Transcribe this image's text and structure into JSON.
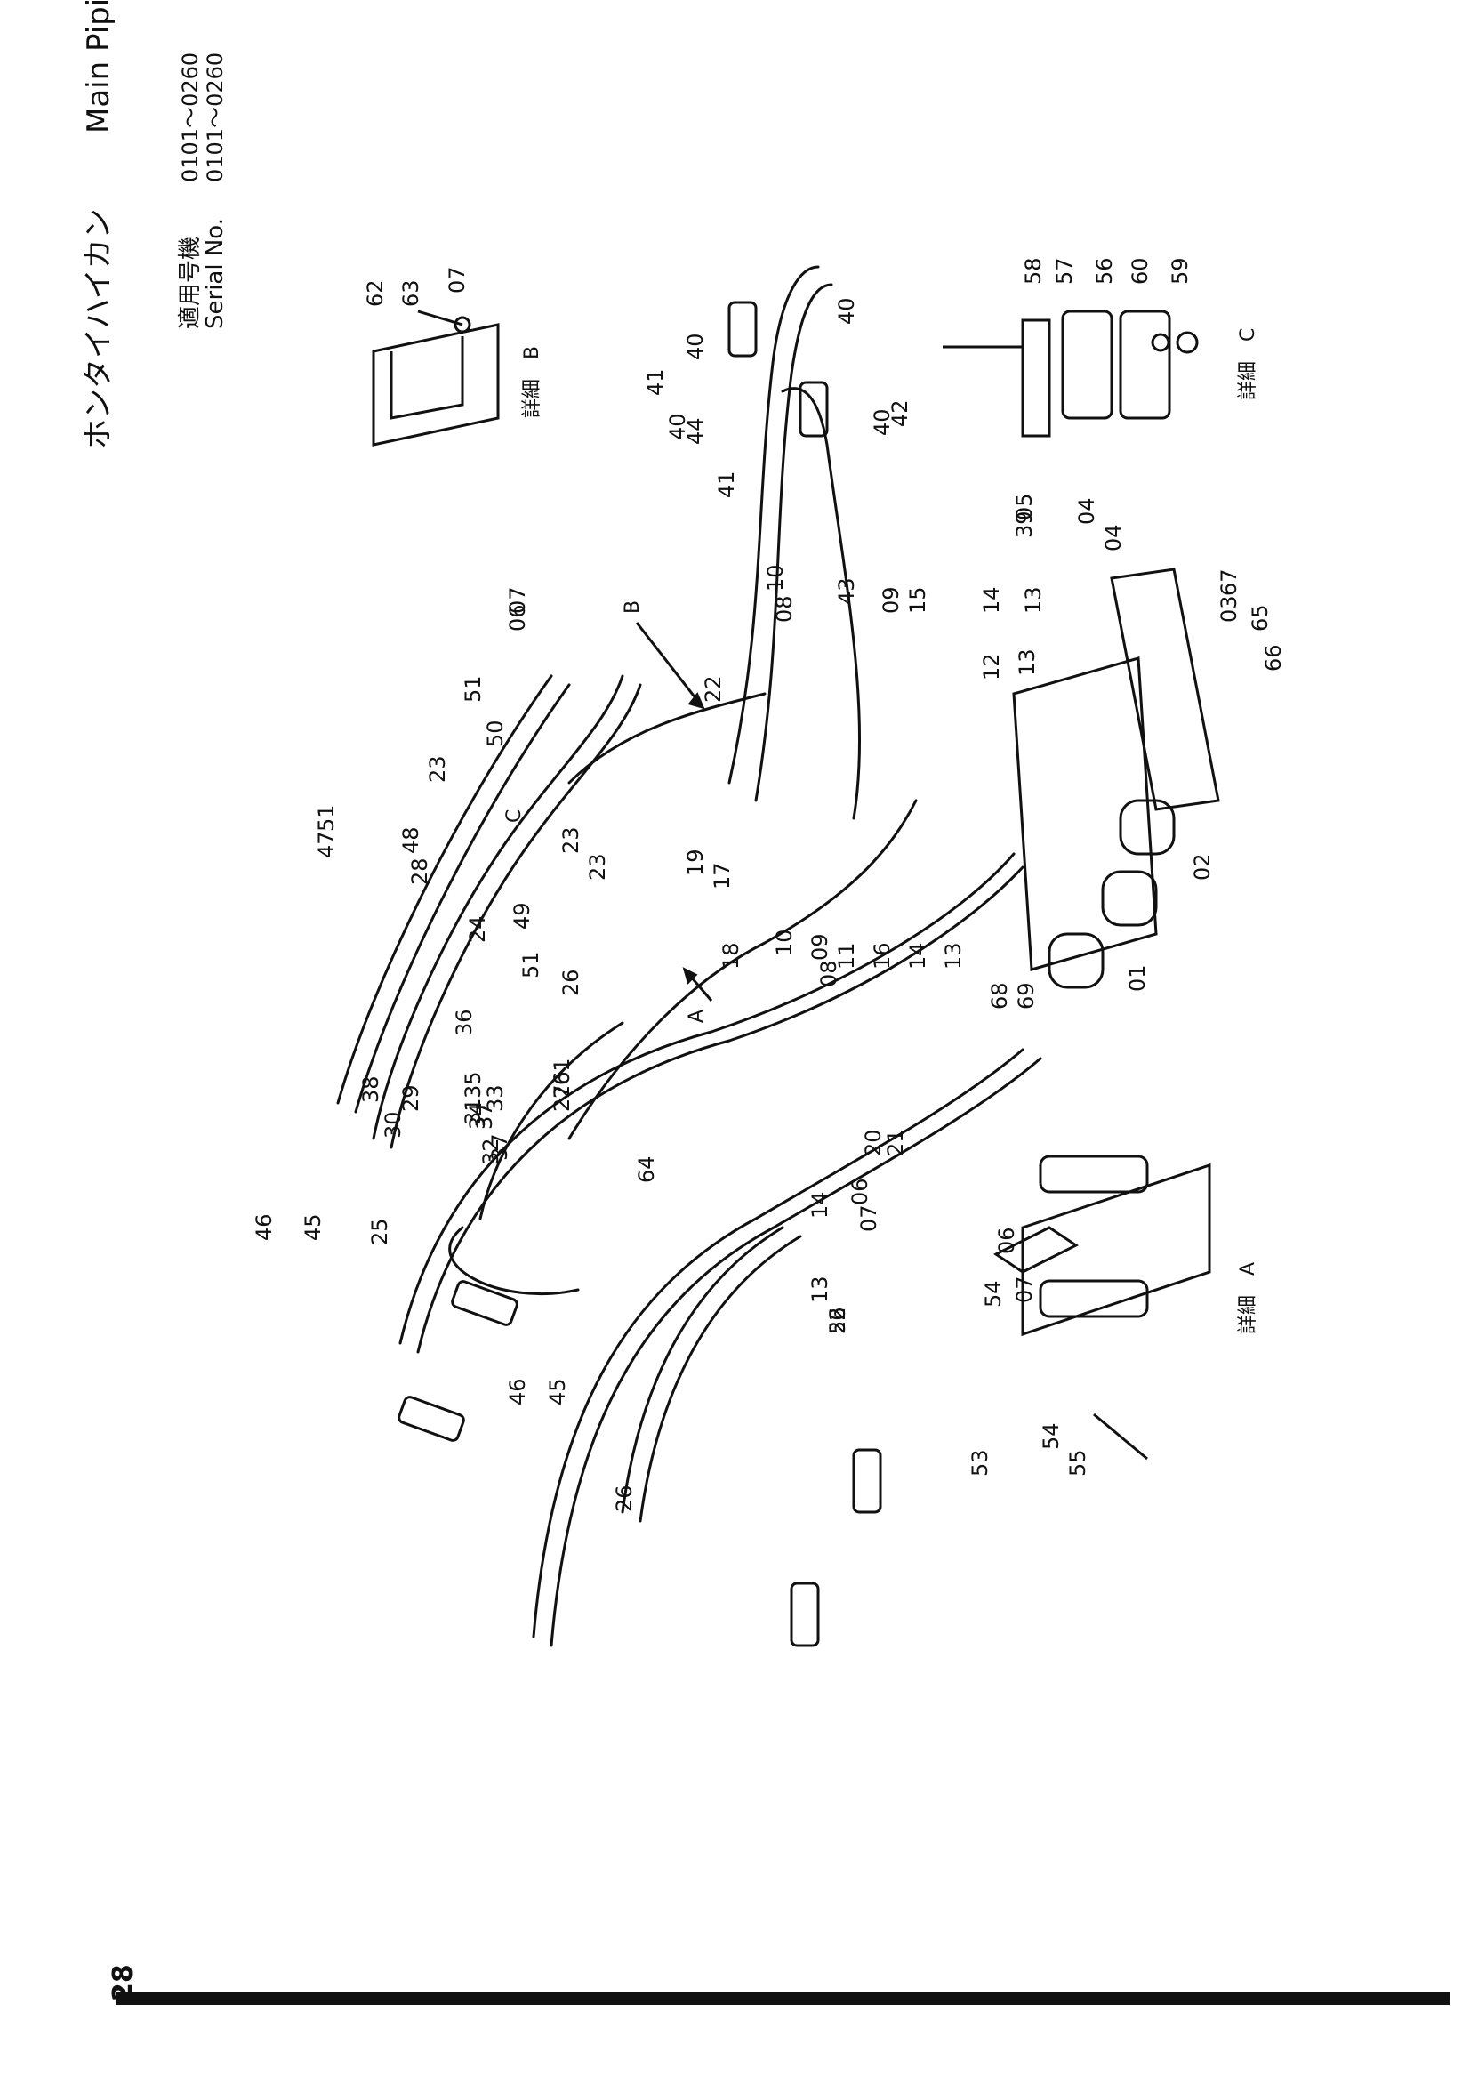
{
  "header": {
    "title_jp": "ホンタイハイカン",
    "title_en": "Main Piping",
    "serial_label_jp": "適用号機",
    "serial_label_en": "Serial No.",
    "serial_range_1": "0101～0260",
    "serial_range_2": "0101～0260"
  },
  "page_number": "28",
  "details": {
    "a": "詳細　A",
    "b": "詳細　B",
    "c": "詳細　C"
  },
  "view_markers": {
    "a": "A",
    "b": "B",
    "c": "C"
  },
  "callouts": [
    "01",
    "02",
    "03",
    "04",
    "04",
    "05",
    "06",
    "06",
    "06",
    "07",
    "07",
    "07",
    "07",
    "08",
    "08",
    "09",
    "09",
    "10",
    "10",
    "11",
    "12",
    "13",
    "13",
    "13",
    "13",
    "14",
    "14",
    "14",
    "15",
    "16",
    "17",
    "18",
    "19",
    "20",
    "21",
    "22",
    "23",
    "23",
    "23",
    "24",
    "25",
    "26",
    "26",
    "26",
    "26",
    "27",
    "28",
    "29",
    "30",
    "31",
    "32",
    "33",
    "34",
    "35",
    "36",
    "37",
    "37",
    "38",
    "39",
    "40",
    "40",
    "40",
    "40",
    "41",
    "41",
    "42",
    "43",
    "44",
    "45",
    "45",
    "46",
    "46",
    "47",
    "48",
    "49",
    "50",
    "51",
    "51",
    "51",
    "52",
    "53",
    "54",
    "54",
    "55",
    "56",
    "57",
    "58",
    "59",
    "60",
    "61",
    "62",
    "63",
    "64",
    "65",
    "66",
    "67",
    "68",
    "69"
  ],
  "colors": {
    "ink": "#111111",
    "paper": "#ffffff"
  }
}
